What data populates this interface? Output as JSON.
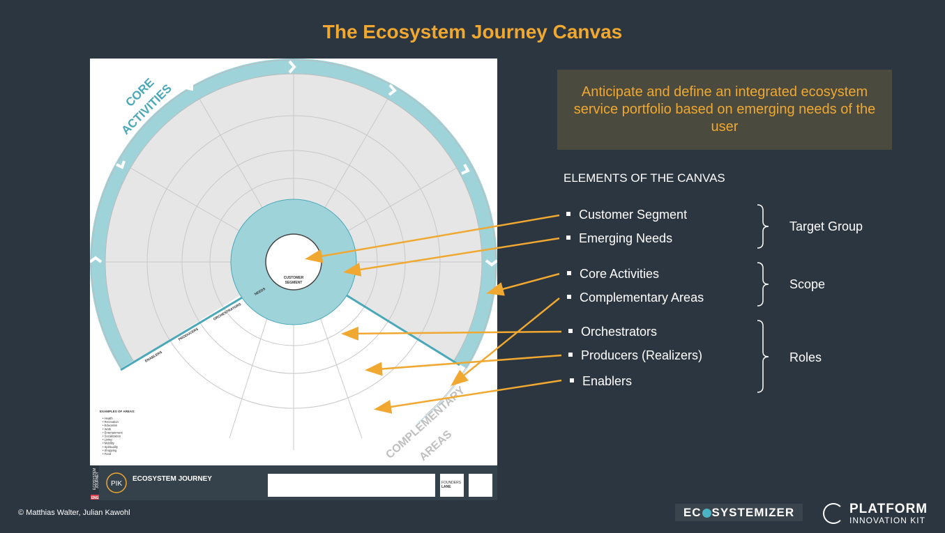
{
  "title": "The Ecosystem Journey Canvas",
  "callout": "Anticipate and define an integrated ecosystem service portfolio based on emerging needs of the user",
  "elements_heading": "ELEMENTS OF THE CANVAS",
  "elements": [
    {
      "label": "Customer Segment"
    },
    {
      "label": "Emerging Needs"
    },
    {
      "label": "Core Activities"
    },
    {
      "label": "Complementary Areas"
    },
    {
      "label": "Orchestrators"
    },
    {
      "label": "Producers (Realizers)"
    },
    {
      "label": "Enablers"
    }
  ],
  "groups": [
    {
      "label": "Target Group"
    },
    {
      "label": "Scope"
    },
    {
      "label": "Roles"
    }
  ],
  "canvas": {
    "core_activities_1": "CORE",
    "core_activities_2": "ACTIVITIES",
    "complementary_1": "COMPLEMENTARY",
    "complementary_2": "AREAS",
    "customer_segment_1": "CUSTOMER",
    "customer_segment_2": "SEGMENT",
    "needs": "NEEDS",
    "orchestrators": "ORCHESTRATORS",
    "producers": "PRODUCERS",
    "enablers": "ENABLERS",
    "examples_title": "EXAMPLES OF AREAS:",
    "examples": [
      "Health",
      "Recreation",
      "Education",
      "Work",
      "Entertainment",
      "Socialization",
      "Living",
      "Mobility",
      "Spirituality",
      "Shopping",
      "Food"
    ],
    "footer_title": "ECOSYSTEM JOURNEY",
    "footer_side_1": "ECOSYSTEM",
    "footer_side_2": "JOURNEY",
    "footer_lang": "ENG",
    "footer_logo": "PIK",
    "footer_founders_1": "FOUNDERS",
    "footer_founders_2": "LANE"
  },
  "copyright": "© Matthias Walter, Julian Kawohl",
  "logos": {
    "ecosystemizer_a": "EC",
    "ecosystemizer_b": "SYSTEMIZER",
    "platform_1": "PLATFORM",
    "platform_2": "INNOVATION KIT"
  },
  "colors": {
    "background": "#2b3640",
    "accent": "#f0a830",
    "teal": "#9fd3da",
    "teal_dark": "#4aa8b8"
  }
}
